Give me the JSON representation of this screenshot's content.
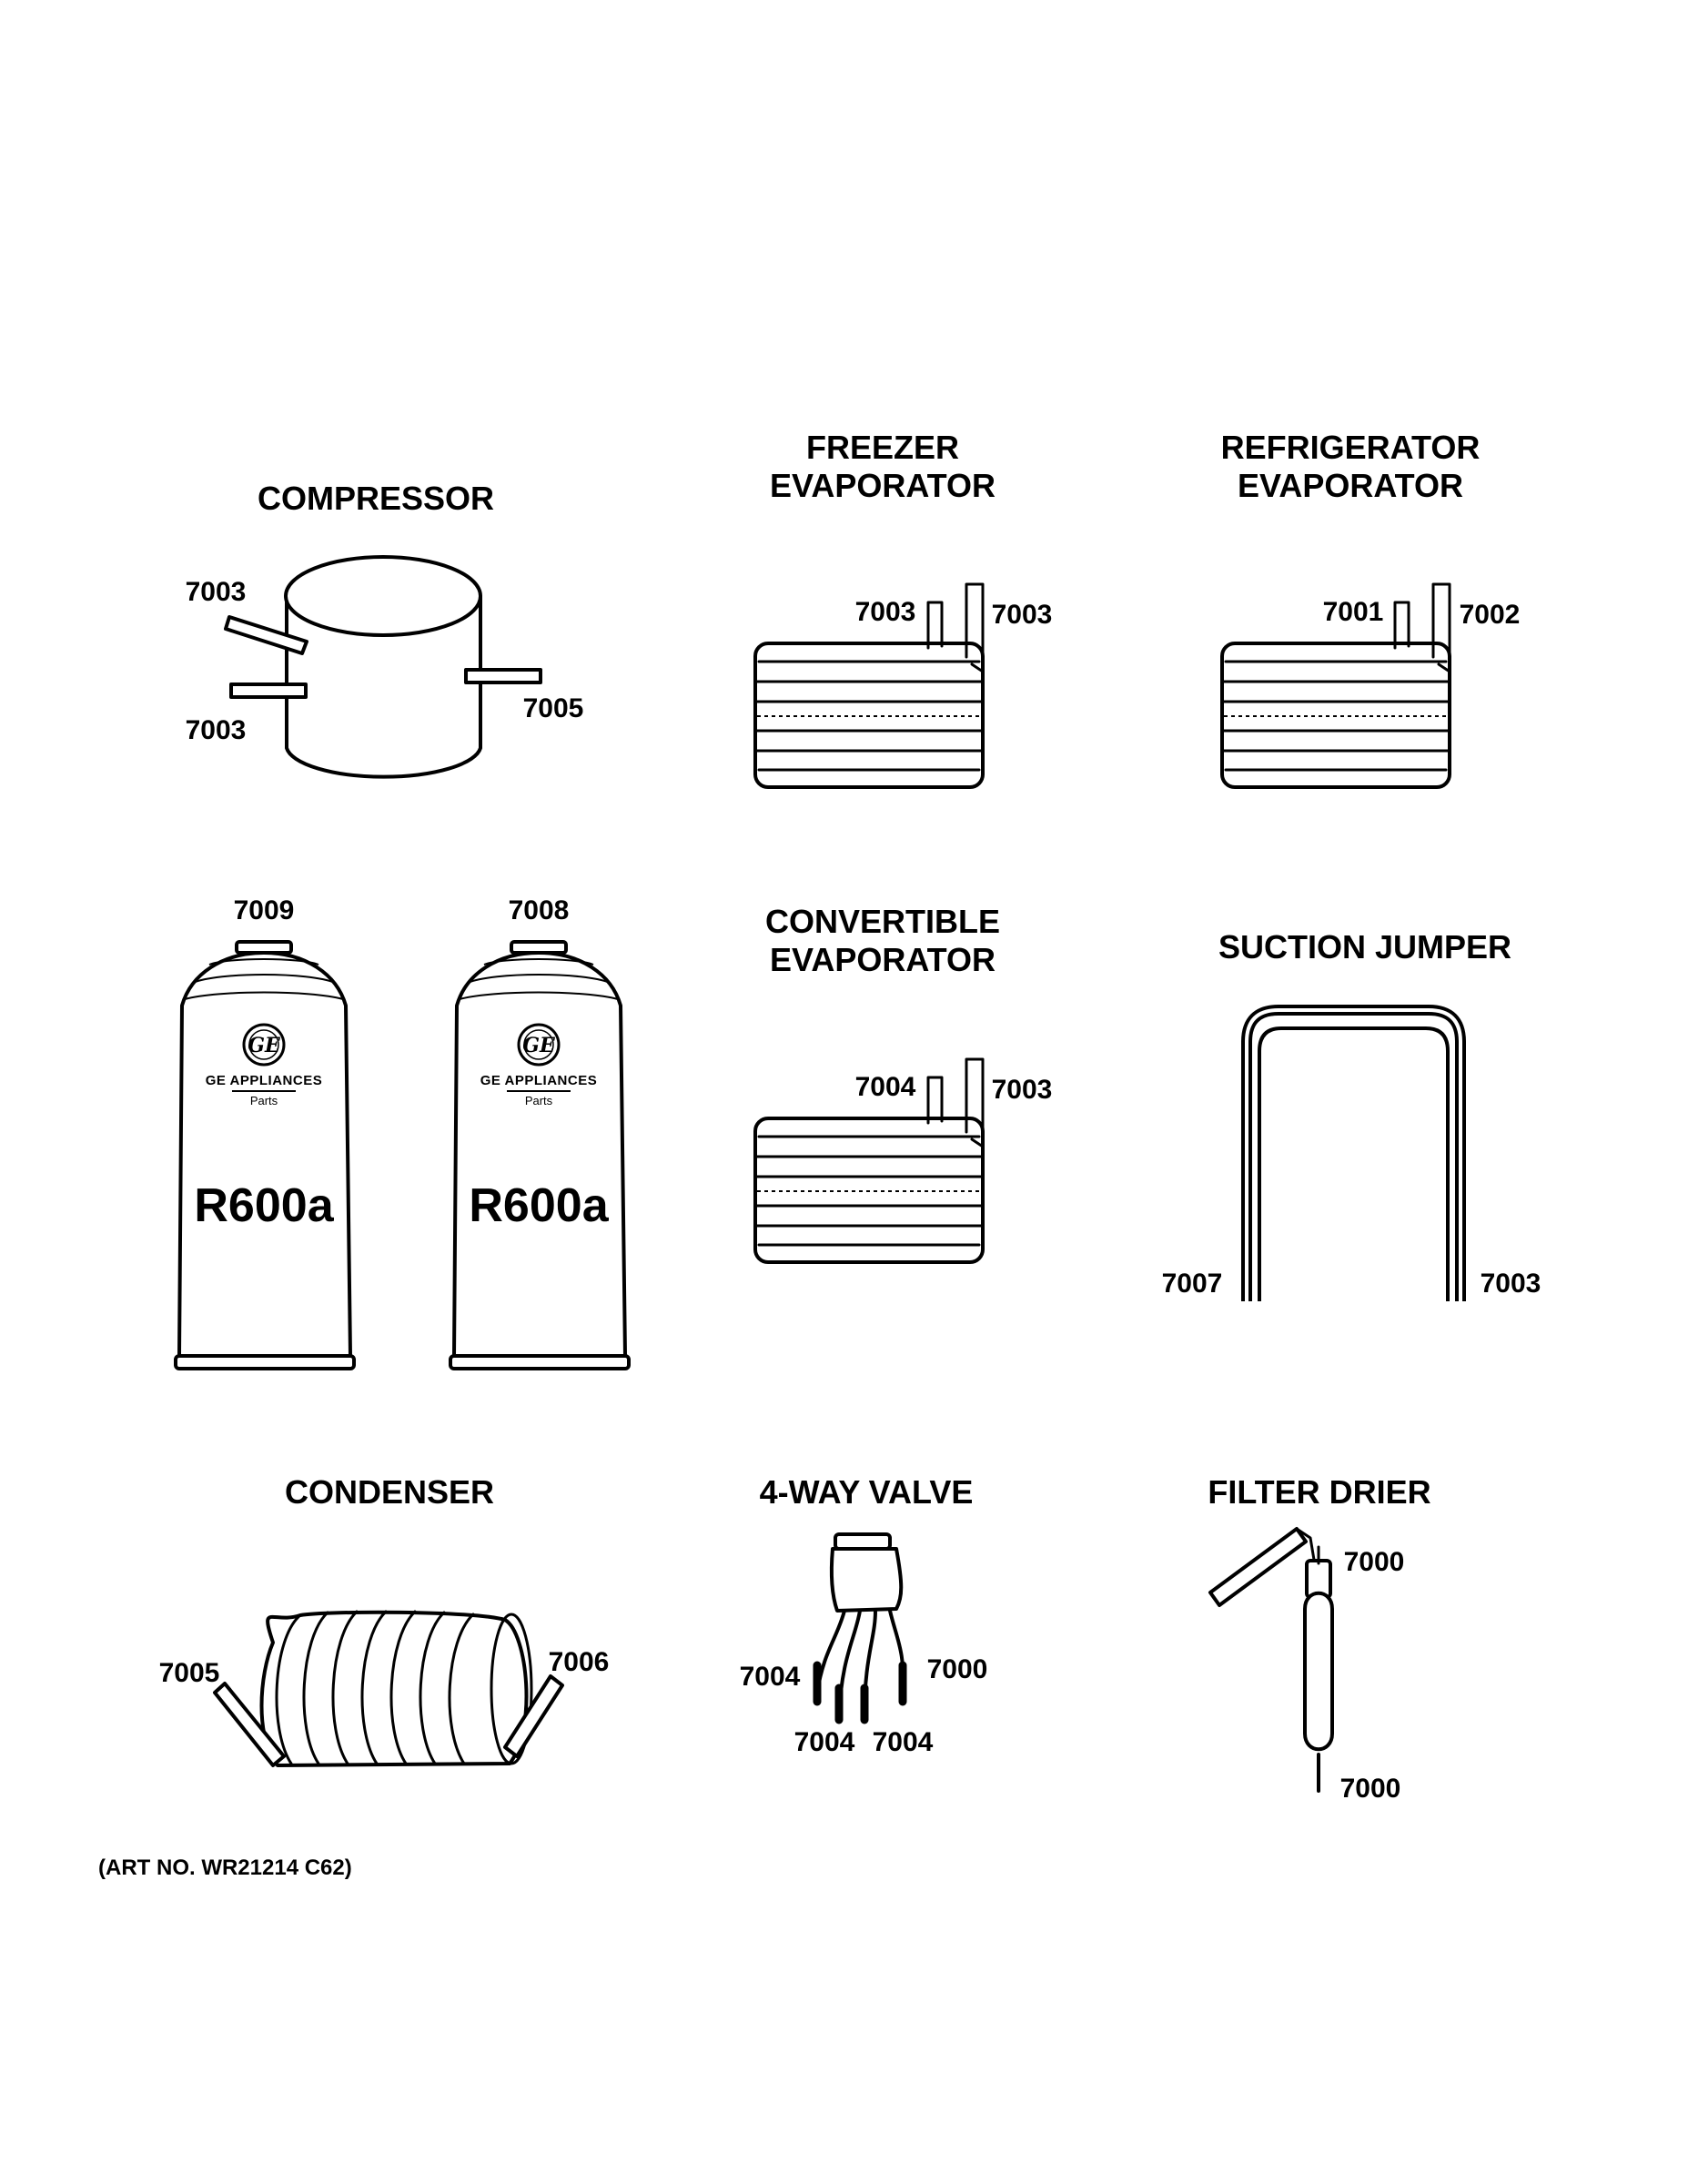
{
  "compressor": {
    "title": "COMPRESSOR",
    "callouts": [
      "7003",
      "7003",
      "7005"
    ]
  },
  "freezer_evaporator": {
    "title_line1": "FREEZER",
    "title_line2": "EVAPORATOR",
    "callouts": [
      "7003",
      "7003"
    ]
  },
  "refrigerator_evaporator": {
    "title_line1": "REFRIGERATOR",
    "title_line2": "EVAPORATOR",
    "callouts": [
      "7001",
      "7002"
    ]
  },
  "refrigerant_can_left": {
    "callout": "7009",
    "brand": "GE APPLIANCES",
    "sub": "Parts",
    "label": "R600a"
  },
  "refrigerant_can_right": {
    "callout": "7008",
    "brand": "GE APPLIANCES",
    "sub": "Parts",
    "label": "R600a"
  },
  "convertible_evaporator": {
    "title_line1": "CONVERTIBLE",
    "title_line2": "EVAPORATOR",
    "callouts": [
      "7004",
      "7003"
    ]
  },
  "suction_jumper": {
    "title": "SUCTION JUMPER",
    "callouts": [
      "7007",
      "7003"
    ]
  },
  "condenser": {
    "title": "CONDENSER",
    "callouts": [
      "7005",
      "7006"
    ]
  },
  "four_way_valve": {
    "title": "4-WAY VALVE",
    "callouts": [
      "7004",
      "7000",
      "7004",
      "7004"
    ]
  },
  "filter_drier": {
    "title": "FILTER DRIER",
    "callouts": [
      "7000",
      "7000"
    ]
  },
  "art_number": "(ART NO. WR21214 C62)"
}
